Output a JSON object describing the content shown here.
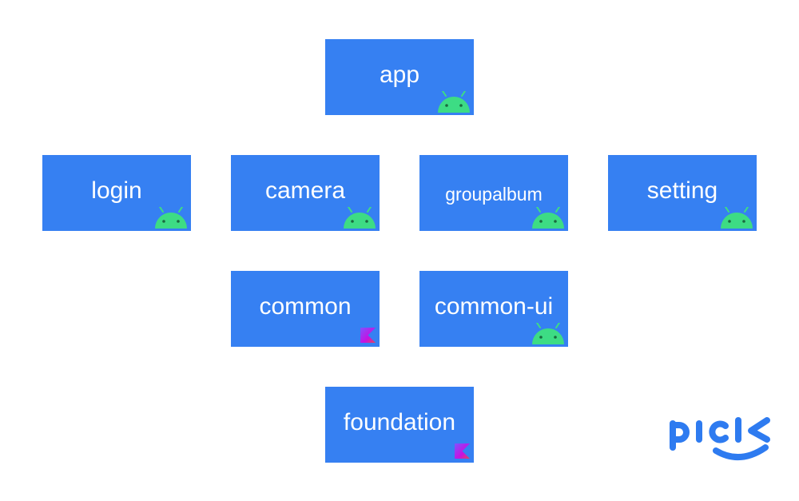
{
  "modules": {
    "app": {
      "label": "app",
      "icon": "android-icon"
    },
    "login": {
      "label": "login",
      "icon": "android-icon"
    },
    "camera": {
      "label": "camera",
      "icon": "android-icon"
    },
    "groupalbum": {
      "label": "groupalbum",
      "icon": "android-icon"
    },
    "setting": {
      "label": "setting",
      "icon": "android-icon"
    },
    "common": {
      "label": "common",
      "icon": "kotlin-icon"
    },
    "common_ui": {
      "label": "common-ui",
      "icon": "android-icon"
    },
    "foundation": {
      "label": "foundation",
      "icon": "kotlin-icon"
    }
  },
  "logo": {
    "text": "picK",
    "icon": "pick-logo"
  },
  "colors": {
    "module_fill": "#3680F2",
    "android_green": "#3DDC84",
    "kotlin_start": "#7F52FF",
    "kotlin_end": "#E44857",
    "logo_blue": "#2E7BF0"
  }
}
